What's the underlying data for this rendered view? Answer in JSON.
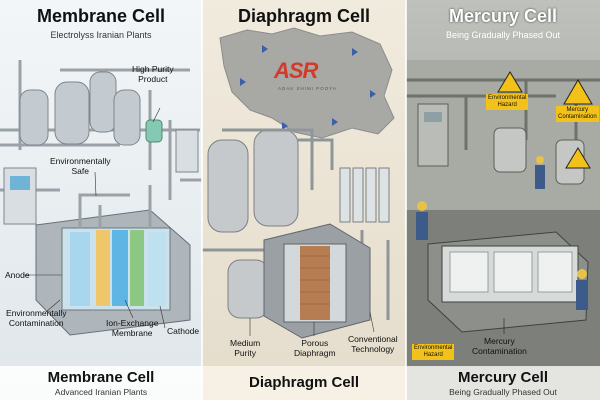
{
  "panels": {
    "membrane": {
      "title": "Membrane Cell",
      "subtitle": "Electrolyss Iranian Plants",
      "labels": {
        "high_purity": "High Purity\nProduct",
        "env_safe": "Environmentally\nSafe",
        "anode": "Anode",
        "env_contam": "Environmentally\nContamination",
        "ion_exchange": "Ion-Exchange\nMembrane",
        "cathode": "Cathode"
      },
      "footer_title": "Membrane Cell",
      "footer_sub": "Advanced Iranian Plants"
    },
    "diaphragm": {
      "title": "Diaphragm Cell",
      "logo_text": "ASR",
      "logo_sub": "ADAK SHIMI POOYA",
      "labels": {
        "medium_purity": "Medium\nPurity",
        "porous": "Porous\nDiaphragm",
        "conventional": "Conventional\nTechnology"
      },
      "footer_title": "Diaphragm Cell"
    },
    "mercury": {
      "title": "Mercury Cell",
      "subtitle": "Being Gradually Phased Out",
      "labels": {
        "env_hazard": "Environmental\nHazard",
        "mercury_contam_top": "Mercury\nContamination",
        "env_hazard_bottom": "Environmental\nHazard",
        "mercury_contam": "Mercury\nContamination"
      },
      "footer_title": "Mercury Cell",
      "footer_sub": "Being Gradually Phased Out"
    }
  },
  "colors": {
    "steel": "#b9c0c6",
    "pipe": "#9aa2a8",
    "membrane_blue": "#5fb6e4",
    "hazard_yellow": "#f2c21a",
    "map_gray": "#a8a9a5"
  }
}
